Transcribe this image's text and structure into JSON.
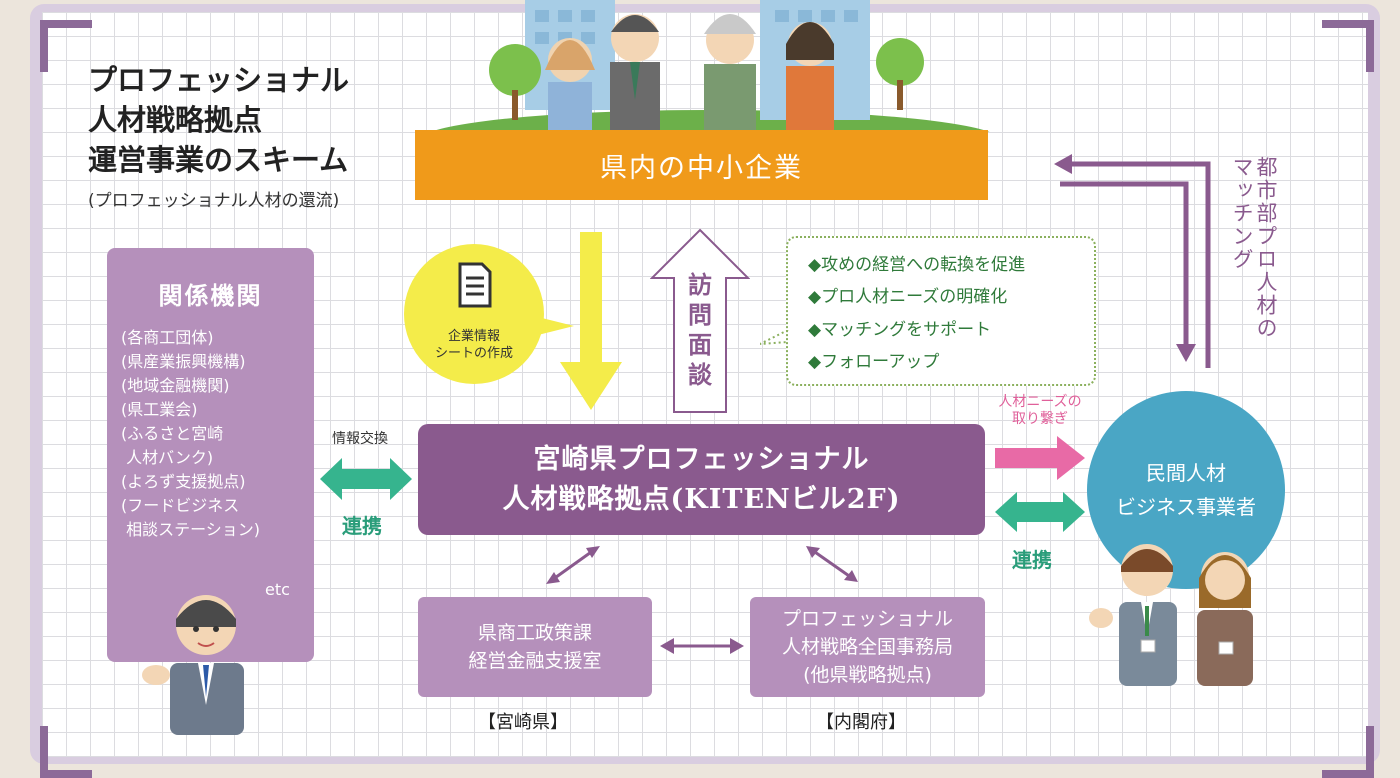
{
  "title": {
    "lines": [
      "プロフェッショナル",
      "人材戦略拠点",
      "運営事業のスキーム"
    ],
    "subtitle": "(プロフェッショナル人材の還流)"
  },
  "sme": {
    "label": "県内の中小企業"
  },
  "relations": {
    "title": "関係機関",
    "items": [
      "(各商工団体)",
      "(県産業振興機構)",
      "(地域金融機関)",
      "(県工業会)",
      "(ふるさと宮崎",
      " 人材バンク)",
      "(よろず支援拠点)",
      "(フードビジネス",
      " 相談ステーション)"
    ],
    "etc": "etc"
  },
  "info_exchange": "情報交換",
  "link_left": "連携",
  "link_right": "連携",
  "hub": {
    "line1": "宮崎県プロフェッショナル",
    "line2": "人材戦略拠点(KITENビル2F)"
  },
  "sheet": {
    "line1": "企業情報",
    "line2": "シートの作成"
  },
  "visit": [
    "訪",
    "問",
    "面",
    "談"
  ],
  "bullets": [
    "◆攻めの経営への転換を促進",
    "◆プロ人材ニーズの明確化",
    "◆マッチングをサポート",
    "◆フォローアップ"
  ],
  "matching": "都市部プロ人材の\nマッチング",
  "needs": {
    "line1": "人材ニーズの",
    "line2": "取り繋ぎ"
  },
  "private": {
    "line1": "民間人材",
    "line2": "ビジネス事業者"
  },
  "office_left": {
    "line1": "県商工政策課",
    "line2": "経営金融支援室",
    "caption": "【宮崎県】"
  },
  "office_right": {
    "line1": "プロフェッショナル",
    "line2": "人材戦略全国事務局",
    "line3": "(他県戦略拠点)",
    "caption": "【内閣府】"
  },
  "colors": {
    "purple": "#8a5a8e",
    "light_purple": "#b590bb",
    "orange": "#f09a1a",
    "yellow": "#f4ec4a",
    "teal": "#36b48e",
    "pink": "#e86aa6",
    "blue": "#4aa6c5",
    "green_text": "#2f7a3a"
  }
}
